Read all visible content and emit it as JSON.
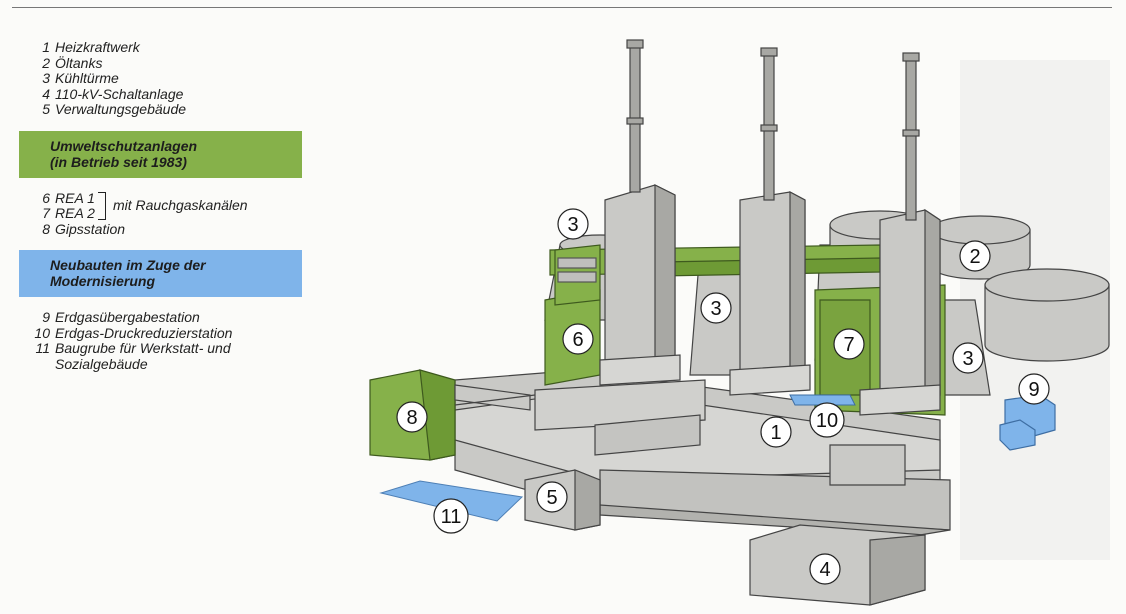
{
  "legend": {
    "items_main": [
      {
        "num": "1",
        "label": "Heizkraftwerk"
      },
      {
        "num": "2",
        "label": "Öltanks"
      },
      {
        "num": "3",
        "label": "Kühltürme"
      },
      {
        "num": "4",
        "label": "110-kV-Schaltanlage"
      },
      {
        "num": "5",
        "label": "Verwaltungsgebäude"
      }
    ],
    "env_title": [
      "Umweltschutzanlagen",
      "(in Betrieb seit 1983)"
    ],
    "rea": [
      {
        "num": "6",
        "label": "REA 1"
      },
      {
        "num": "7",
        "label": "REA 2"
      }
    ],
    "rea_suffix": "mit Rauchgaskanälen",
    "gips": {
      "num": "8",
      "label": "Gipsstation"
    },
    "new_title": [
      "Neubauten im Zuge der",
      "Modernisierung"
    ],
    "items_new": [
      {
        "num": "9",
        "label": "Erdgasübergabestation"
      },
      {
        "num": "10",
        "label": "Erdgas-Druckreduzierstation"
      },
      {
        "num": "11",
        "label": "Baugrube für Werkstatt- und"
      }
    ],
    "items_new_cont": "Sozialgebäude"
  },
  "colors": {
    "green": "#86b14a",
    "blue": "#7fb4ea",
    "grey": "#c9c9c6",
    "grey_dark": "#9c9c98",
    "outline": "#444444"
  },
  "diagram_labels": [
    "1",
    "2",
    "3",
    "3",
    "3",
    "4",
    "5",
    "6",
    "7",
    "8",
    "9",
    "10",
    "11"
  ]
}
